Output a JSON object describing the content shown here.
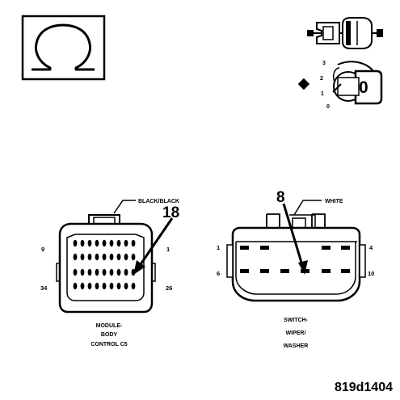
{
  "symbol": {
    "name": "ohm-icon",
    "glyph": "Ω"
  },
  "ignition": {
    "positions": [
      "3",
      "2",
      "1",
      "0"
    ],
    "key_label": "0"
  },
  "connectors": [
    {
      "id": "module",
      "wire_label": "BLACK/BLACK",
      "callout_pin": "18",
      "pin_labels": {
        "top_left": "9",
        "top_right": "1",
        "bottom_left": "34",
        "bottom_right": "26"
      },
      "name_lines": [
        "MODULE-",
        "BODY",
        "CONTROL C5"
      ]
    },
    {
      "id": "switch",
      "wire_label": "WHITE",
      "callout_pin": "8",
      "pin_labels": {
        "top_left": "1",
        "top_right": "4",
        "bottom_left": "6",
        "bottom_right": "10"
      },
      "name_lines": [
        "SWITCH-",
        "WIPER/",
        "WASHER"
      ]
    }
  ],
  "figure_ref": "819d1404"
}
